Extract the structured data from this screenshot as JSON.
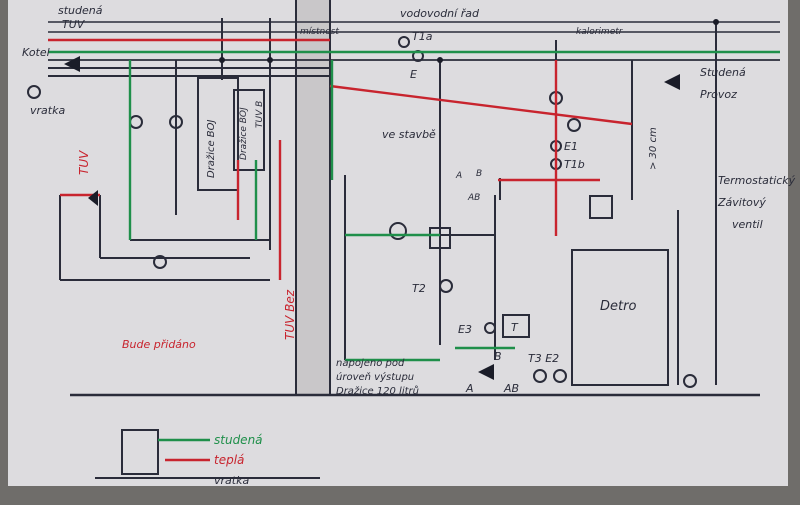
{
  "labels": {
    "studena_top": "studená",
    "tuv_top": "TUV",
    "kotel": "Kotel",
    "vratka_left": "vratka",
    "tuv_vertical": "TUV",
    "bojler_a": "Dražice BOJ",
    "bojler_b": "Dražice BOJ",
    "tuv_b": "TUV B",
    "tuv_bez": "TUV Bez",
    "bude_pridano": "Bude přidáno",
    "mistnost": "místnost",
    "vodovod": "vodovodní řad",
    "t1a": "T1a",
    "e_top": "E",
    "vestavba": "ve stavbě",
    "t1b": "T1b",
    "e1": "E1",
    "kalorimetr": "kalorimetr",
    "studena_right": "Studená",
    "provoz": "Provoz",
    "thirty_cm": "> 30 cm",
    "termostaticky": "Termostatický",
    "zavitovy": "Závitový",
    "ventil": "ventil",
    "t2": "T2",
    "e3": "E3",
    "t_box": "T",
    "napojeno1": "napojeno pod",
    "napojeno2": "úroveň výstupu",
    "napojeno3": "Dražice 120 litrů",
    "a_bottom": "A",
    "ab_bottom": "AB",
    "b_valve": "B",
    "t3_e2": "T3 E2",
    "detro": "Detro",
    "a_small": "A",
    "b_small": "B",
    "ab_small": "AB",
    "legend_studena": "studená",
    "legend_tepla": "teplá",
    "legend_vratka": "vratka"
  },
  "colors": {
    "paper": "#dddcdf",
    "ink": "#2a2c3a",
    "red": "#c8242e",
    "green": "#1f8f4a"
  }
}
